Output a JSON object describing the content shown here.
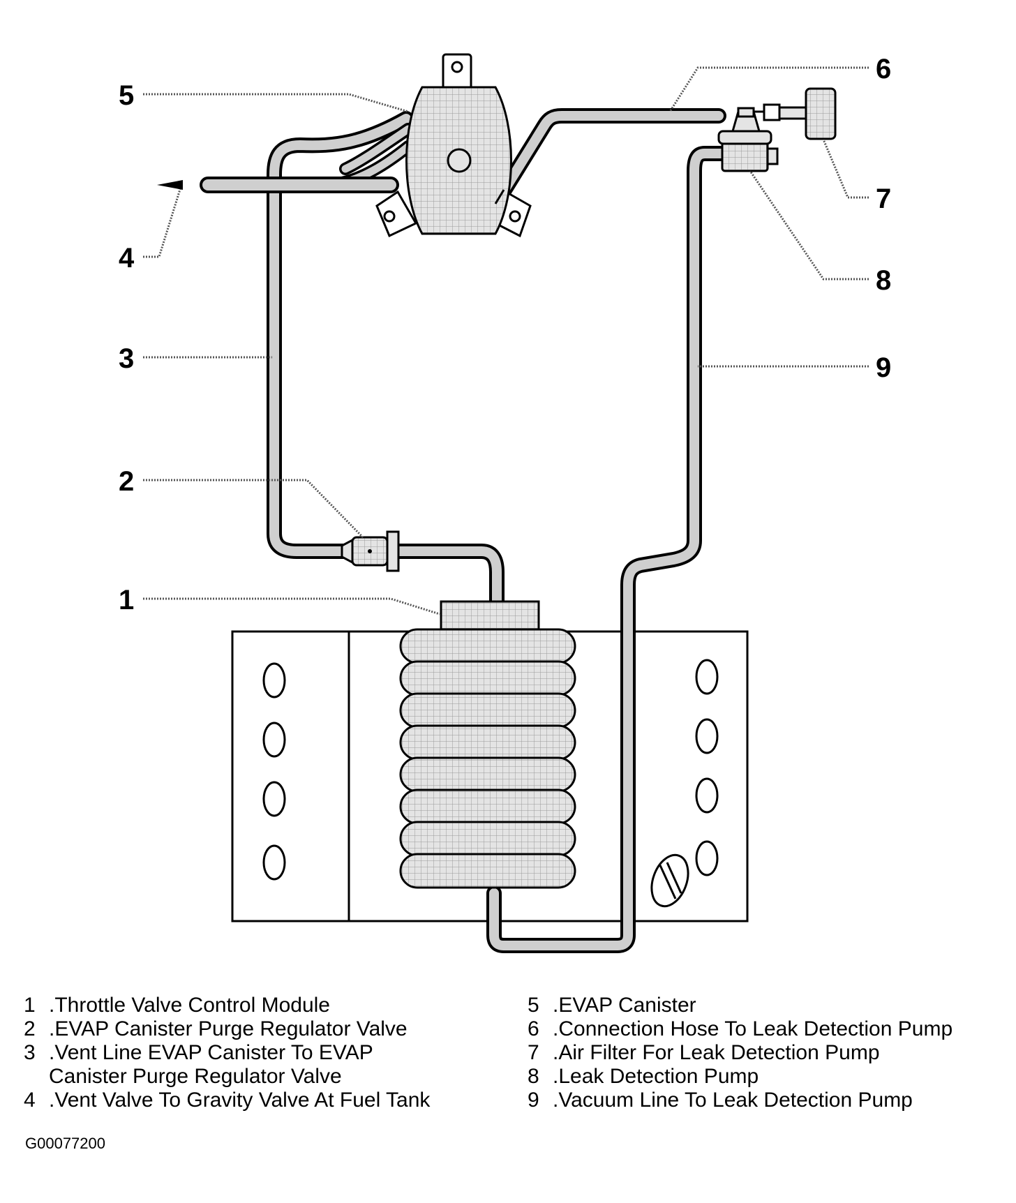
{
  "callouts": [
    {
      "num": "1",
      "label": "Throttle Valve Control Module"
    },
    {
      "num": "2",
      "label": "EVAP Canister Purge Regulator Valve"
    },
    {
      "num": "3",
      "label": "Vent Line EVAP Canister To EVAP",
      "label_cont": "Canister Purge Regulator Valve"
    },
    {
      "num": "4",
      "label": "Vent Valve To Gravity Valve At Fuel Tank"
    },
    {
      "num": "5",
      "label": "EVAP Canister"
    },
    {
      "num": "6",
      "label": "Connection Hose To Leak Detection Pump"
    },
    {
      "num": "7",
      "label": "Air Filter For Leak Detection Pump"
    },
    {
      "num": "8",
      "label": "Leak Detection Pump"
    },
    {
      "num": "9",
      "label": "Vacuum Line To Leak Detection Pump"
    }
  ],
  "figure_code": "G00077200"
}
